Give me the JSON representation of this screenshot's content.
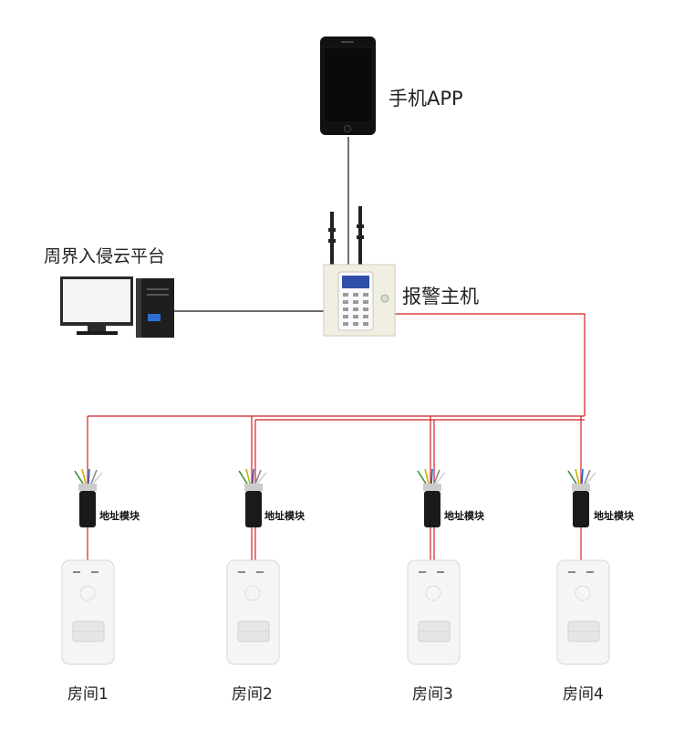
{
  "diagram": {
    "phone_label": "手机APP",
    "cloud_label": "周界入侵云平台",
    "host_label": "报警主机",
    "rooms": [
      {
        "module_label": "地址模块",
        "room_label": "房间1"
      },
      {
        "module_label": "地址模块",
        "room_label": "房间2"
      },
      {
        "module_label": "地址模块",
        "room_label": "房间3"
      },
      {
        "module_label": "地址模块",
        "room_label": "房间4"
      }
    ],
    "colors": {
      "bus_wire": "#d42020",
      "network_wire": "#111111",
      "phone_body": "#111111",
      "host_panel": "#f0efe2",
      "host_screen": "#2f4fa8",
      "sensor_body": "#f4f5f6"
    }
  }
}
